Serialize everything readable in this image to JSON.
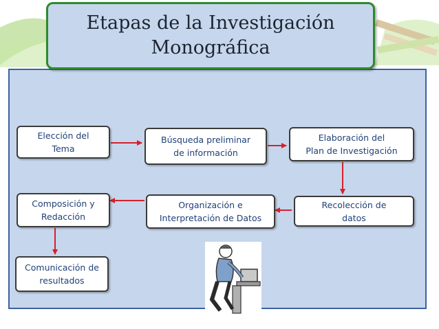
{
  "title": {
    "line1": "Etapas de la  Investigación",
    "line2": "Monográfica"
  },
  "nodes": {
    "eleccion": "Elección del\nTema",
    "busqueda": "Búsqueda preliminar\nde información",
    "elaboracion": "Elaboración del\nPlan de Investigación",
    "recoleccion": "Recolección de\ndatos",
    "organizacion": "Organización e\nInterpretación de Datos",
    "composicion": "Composición y\nRedacción",
    "comunicacion": "Comunicación de\nresultados"
  },
  "colors": {
    "panel": "#c6d6ec",
    "panel_border": "#3b62a0",
    "title_border": "#2c8a2c",
    "node_text": "#1f3f78",
    "arrow": "#d6202a"
  },
  "illustration": "person-at-computer-icon"
}
